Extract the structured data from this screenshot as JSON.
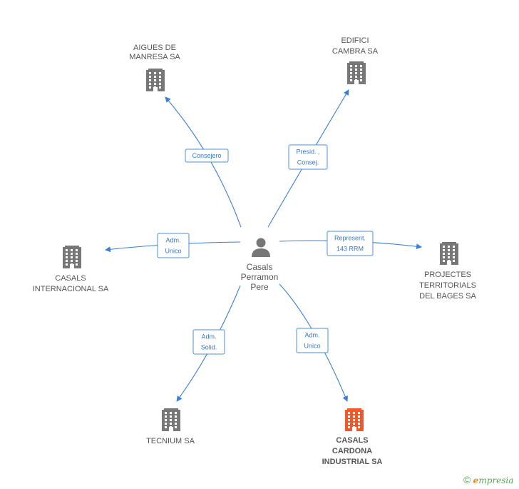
{
  "center": {
    "name_lines": [
      "Casals",
      "Perramon",
      "Pere"
    ],
    "icon": "person-icon"
  },
  "colors": {
    "edge": "#3a7fd5",
    "building": "#777777",
    "highlight": "#f0582a"
  },
  "nodes": [
    {
      "id": "aigues",
      "lines": [
        "AIGUES DE",
        "MANRESA SA"
      ],
      "relation_lines": [
        "Consejero"
      ],
      "highlight": false
    },
    {
      "id": "edifici",
      "lines": [
        "EDIFICI",
        "CAMBRA SA"
      ],
      "relation_lines": [
        "Presid. ,",
        "Consej."
      ],
      "highlight": false
    },
    {
      "id": "casals-int",
      "lines": [
        "CASALS",
        "INTERNACIONAL SA"
      ],
      "relation_lines": [
        "Adm.",
        "Unico"
      ],
      "highlight": false
    },
    {
      "id": "projectes",
      "lines": [
        "PROJECTES",
        "TERRITORIALS",
        "DEL BAGES SA"
      ],
      "relation_lines": [
        "Represent.",
        "143 RRM"
      ],
      "highlight": false
    },
    {
      "id": "tecnium",
      "lines": [
        "TECNIUM SA"
      ],
      "relation_lines": [
        "Adm.",
        "Solid."
      ],
      "highlight": false
    },
    {
      "id": "casals-cardona",
      "lines": [
        "CASALS",
        "CARDONA",
        "INDUSTRIAL SA"
      ],
      "relation_lines": [
        "Adm.",
        "Unico"
      ],
      "highlight": true
    }
  ],
  "brand": {
    "copyright": "©",
    "name_first": "e",
    "name_rest": "mpresia"
  }
}
